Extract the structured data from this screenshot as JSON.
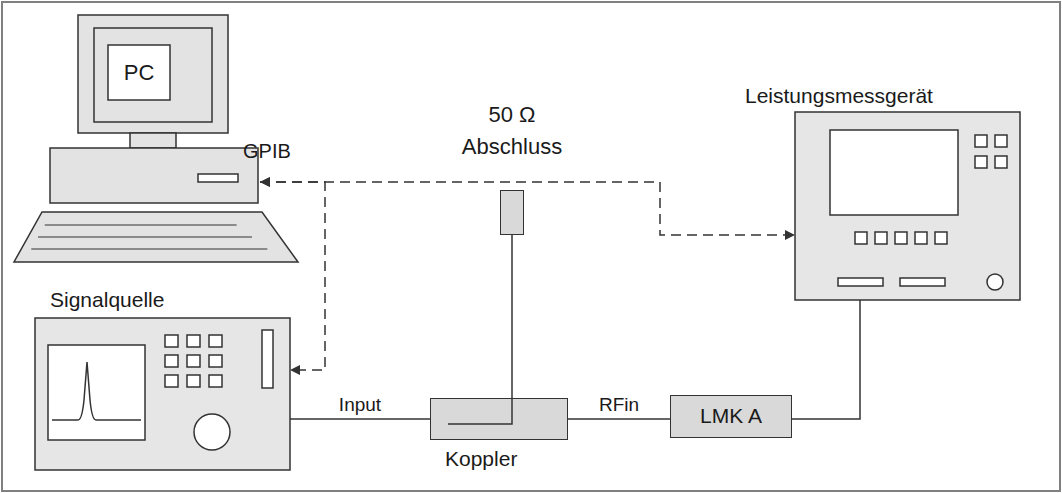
{
  "diagram": {
    "nodes": [
      {
        "text": [
          "PC"
        ]
      },
      {
        "text": [
          "Signalquelle"
        ]
      },
      {
        "text": [
          "Leistungsmessgerät"
        ]
      },
      {
        "text": [
          "50 Ω Abschluss"
        ]
      },
      {
        "text": [
          "Koppler"
        ]
      },
      {
        "text": [
          "LMK A"
        ]
      }
    ],
    "edges": [
      {
        "from": 0,
        "to": 1,
        "arrow": "both"
      },
      {
        "from": 0,
        "to": 2,
        "arrow": "both"
      },
      {
        "from": 1,
        "to": 4,
        "label": "Input",
        "arrow": "none"
      },
      {
        "from": 3,
        "to": 4,
        "arrow": "none"
      },
      {
        "from": 4,
        "to": 5,
        "label": "RFin",
        "arrow": "none"
      },
      {
        "from": 5,
        "to": 2,
        "arrow": "none"
      }
    ],
    "labels": [
      "GPIB"
    ]
  }
}
